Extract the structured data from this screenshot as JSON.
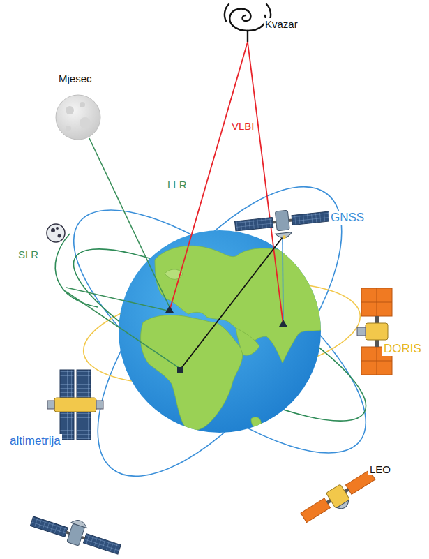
{
  "diagram": {
    "labels": [
      "Kvazar",
      "Mjesec",
      "VLBI",
      "LLR",
      "GNSS",
      "SLR",
      "DORIS",
      "altimetrija",
      "LEO"
    ]
  }
}
